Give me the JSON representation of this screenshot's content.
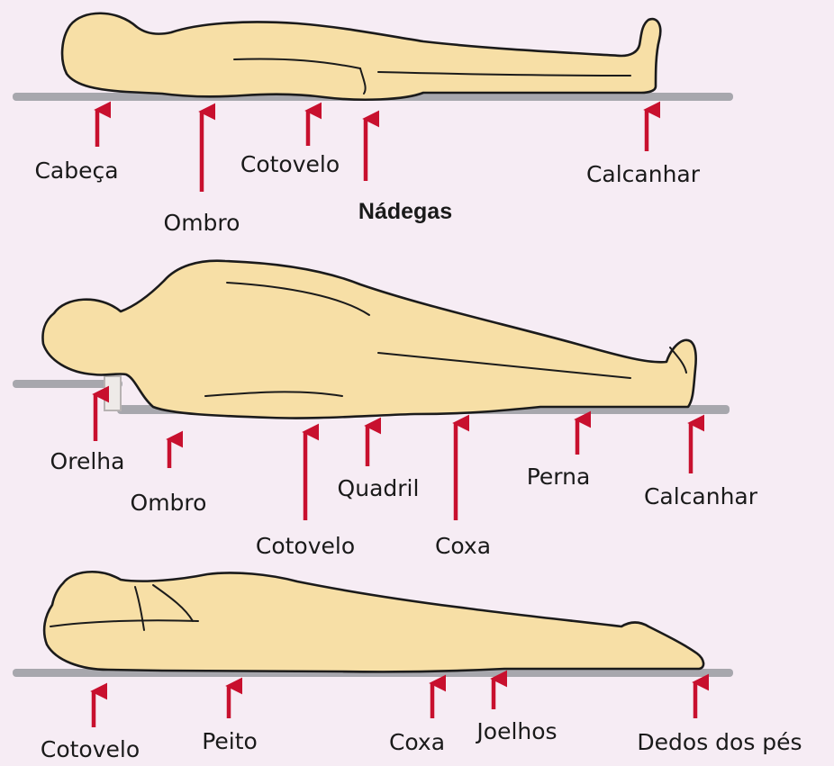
{
  "colors": {
    "background": "#f6ecf4",
    "body_fill": "#f7dfa6",
    "outline": "#1b1b1b",
    "surface": "#a7a7ad",
    "arrow": "#c8102e"
  },
  "panels": [
    {
      "id": "supine",
      "labels": [
        {
          "key": "cabeca",
          "text": "Cabeça"
        },
        {
          "key": "ombro",
          "text": "Ombro"
        },
        {
          "key": "cotovelo",
          "text": "Cotovelo"
        },
        {
          "key": "nadegas",
          "text": "Nádegas"
        },
        {
          "key": "calcanhar",
          "text": "Calcanhar"
        }
      ]
    },
    {
      "id": "lateral",
      "labels": [
        {
          "key": "orelha",
          "text": "Orelha"
        },
        {
          "key": "ombro",
          "text": "Ombro"
        },
        {
          "key": "cotovelo",
          "text": "Cotovelo"
        },
        {
          "key": "quadril",
          "text": "Quadril"
        },
        {
          "key": "coxa",
          "text": "Coxa"
        },
        {
          "key": "perna",
          "text": "Perna"
        },
        {
          "key": "calcanhar",
          "text": "Calcanhar"
        }
      ]
    },
    {
      "id": "prone",
      "labels": [
        {
          "key": "cotovelo",
          "text": "Cotovelo"
        },
        {
          "key": "peito",
          "text": "Peito"
        },
        {
          "key": "coxa",
          "text": "Coxa"
        },
        {
          "key": "joelhos",
          "text": "Joelhos"
        },
        {
          "key": "dedos",
          "text": "Dedos dos pés"
        }
      ]
    }
  ]
}
